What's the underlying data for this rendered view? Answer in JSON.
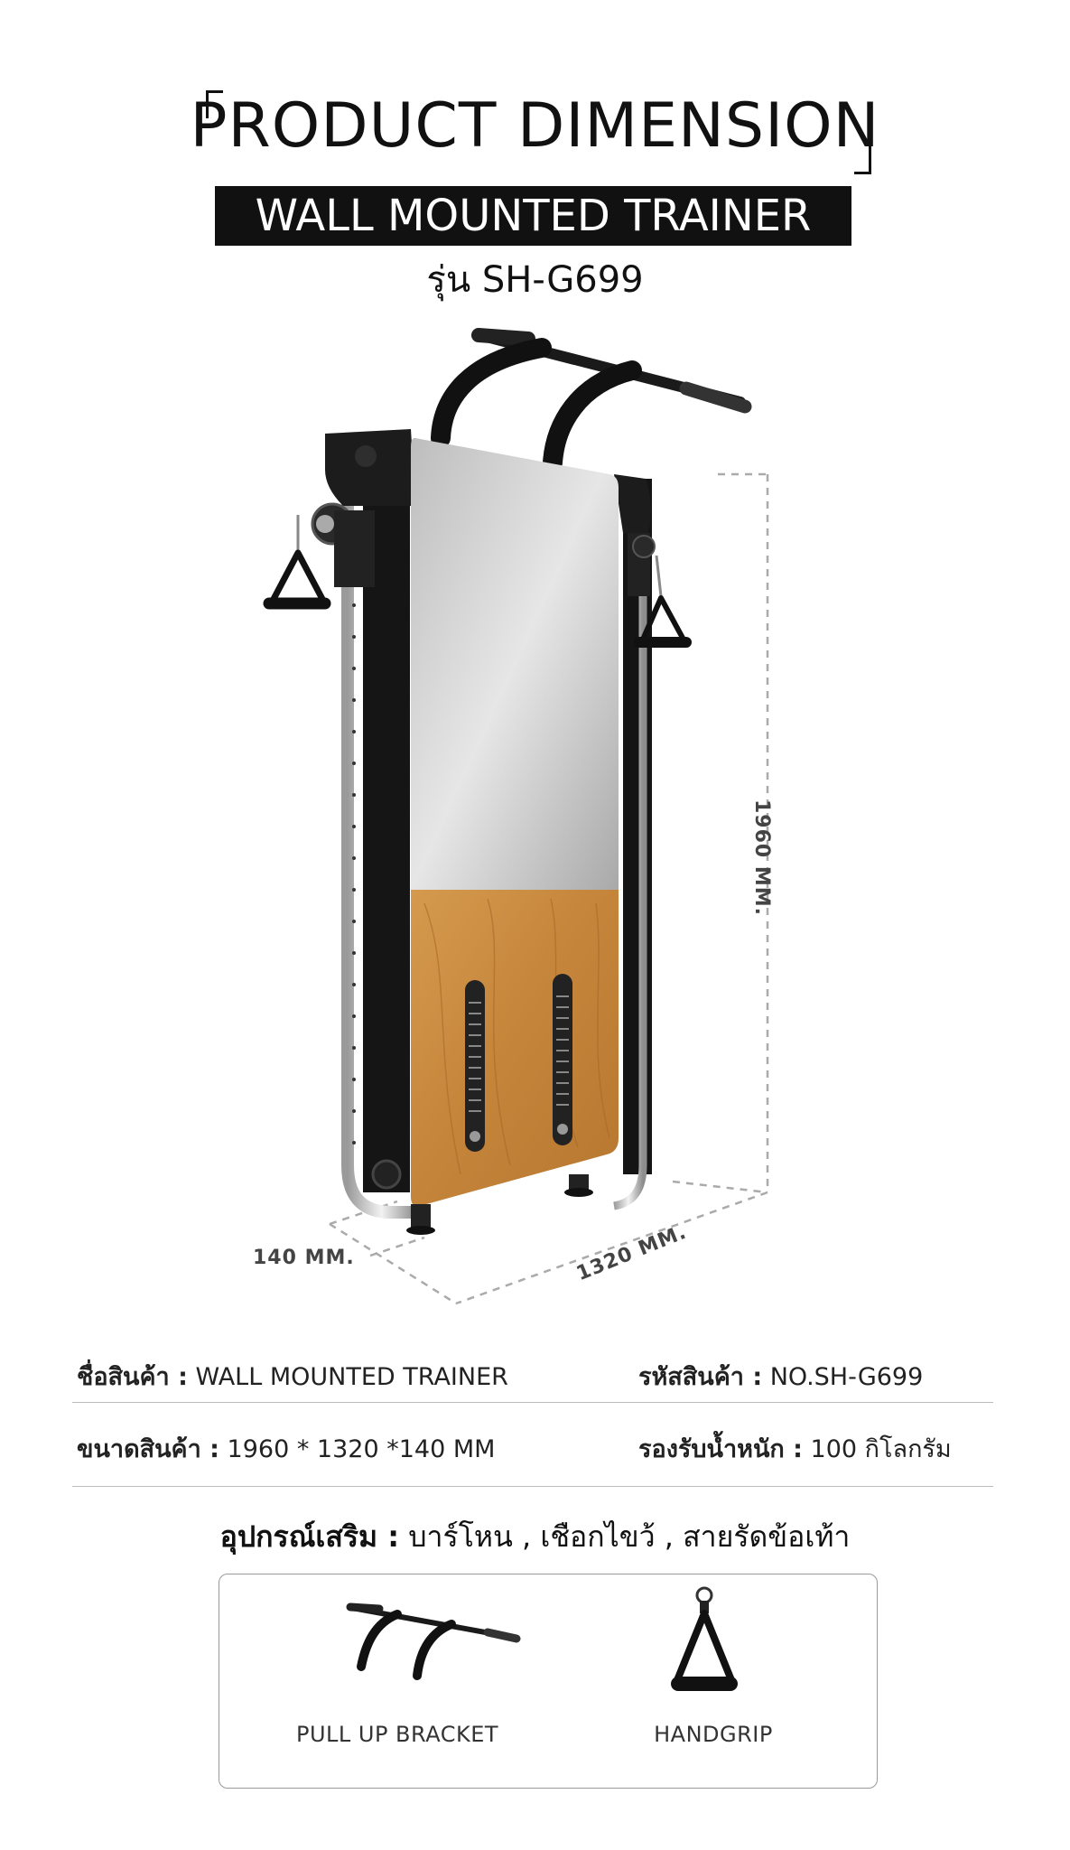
{
  "header": {
    "title": "PRODUCT DIMENSION",
    "subtitle": "WALL MOUNTED TRAINER",
    "model": "รุ่น SH-G699"
  },
  "dimensions": {
    "height": "1960 MM.",
    "depth": "140 MM.",
    "width": "1320 MM."
  },
  "specs": {
    "name_key": "ชื่อสินค้า :",
    "name_val": " WALL MOUNTED TRAINER",
    "code_key": "รหัสสินค้า :",
    "code_val": " NO.SH-G699",
    "size_key": "ขนาดสินค้า :",
    "size_val": " 1960 * 1320 *140 MM",
    "weight_key": "รองรับน้ำหนัก :",
    "weight_val": " 100 กิโลกรัม"
  },
  "accessories": {
    "label_key": "อุปกรณ์เสริม :",
    "label_val": " บาร์โหน , เชือกไขว้ , สายรัดข้อเท้า",
    "items": [
      {
        "label": "PULL UP BRACKET",
        "icon": "pull-up-bar-icon"
      },
      {
        "label": "HANDGRIP",
        "icon": "handgrip-icon"
      }
    ]
  },
  "colors": {
    "black": "#111111",
    "wood": "#c98a3e",
    "mirror": "#cfcfcf",
    "dash": "#aaaaaa"
  }
}
